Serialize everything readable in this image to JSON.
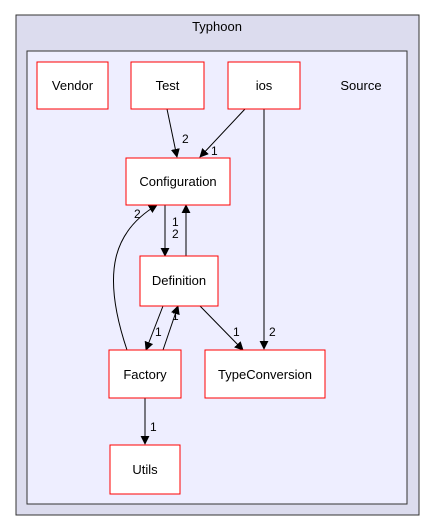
{
  "diagram": {
    "outer_cluster": {
      "label": "Typhoon"
    },
    "inner_cluster": {
      "label": "Source"
    },
    "nodes": [
      {
        "id": "vendor",
        "label": "Vendor"
      },
      {
        "id": "test",
        "label": "Test"
      },
      {
        "id": "ios",
        "label": "ios"
      },
      {
        "id": "configuration",
        "label": "Configuration"
      },
      {
        "id": "definition",
        "label": "Definition"
      },
      {
        "id": "factory",
        "label": "Factory"
      },
      {
        "id": "typeconversion",
        "label": "TypeConversion"
      },
      {
        "id": "utils",
        "label": "Utils"
      }
    ],
    "edges": [
      {
        "id": "test-configuration",
        "from": "test",
        "to": "configuration",
        "label": "2"
      },
      {
        "id": "ios-configuration",
        "from": "ios",
        "to": "configuration",
        "label": "1"
      },
      {
        "id": "ios-typeconversion",
        "from": "ios",
        "to": "typeconversion",
        "label": "2"
      },
      {
        "id": "configuration-definition",
        "from": "configuration",
        "to": "definition",
        "label": "2"
      },
      {
        "id": "definition-configuration",
        "from": "definition",
        "to": "configuration",
        "label": "1"
      },
      {
        "id": "definition-factory",
        "from": "definition",
        "to": "factory",
        "label": "1"
      },
      {
        "id": "factory-definition",
        "from": "factory",
        "to": "definition",
        "label": "1"
      },
      {
        "id": "definition-typeconversion",
        "from": "definition",
        "to": "typeconversion",
        "label": "1"
      },
      {
        "id": "factory-configuration",
        "from": "factory",
        "to": "configuration",
        "label": "2"
      },
      {
        "id": "factory-utils",
        "from": "factory",
        "to": "utils",
        "label": "1"
      }
    ],
    "colors": {
      "outer_fill": "#dcdcee",
      "inner_fill": "#eeeeff",
      "cluster_stroke": "#333333",
      "node_fill": "#ffffff",
      "node_stroke": "#ff0000",
      "edge": "#000000"
    }
  }
}
